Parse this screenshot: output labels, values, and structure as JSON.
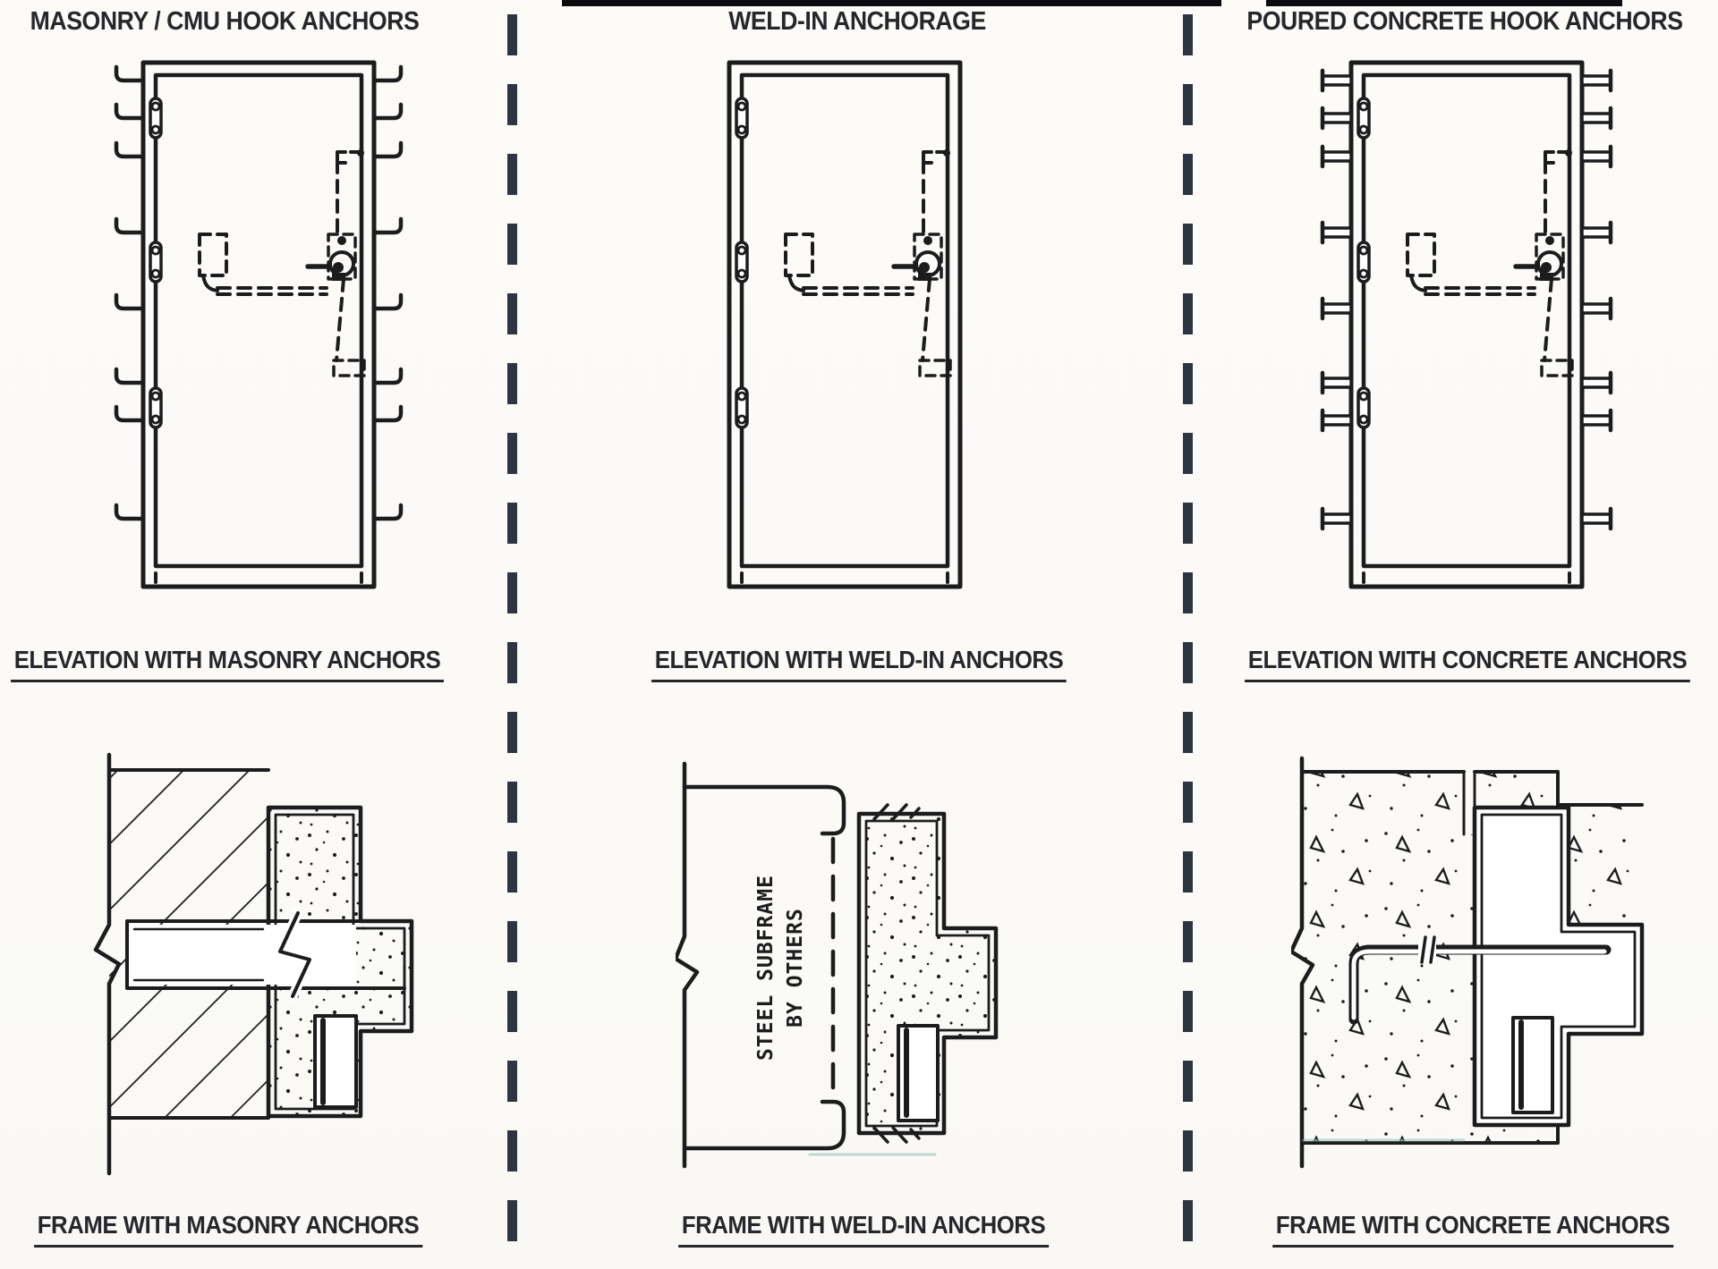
{
  "sheet": {
    "columns": [
      {
        "title": "MASONRY / CMU HOOK ANCHORS",
        "elevation_label": "ELEVATION WITH MASONRY ANCHORS",
        "frame_label": "FRAME WITH MASONRY ANCHORS"
      },
      {
        "title": "WELD-IN ANCHORAGE",
        "elevation_label": "ELEVATION WITH WELD-IN ANCHORS",
        "frame_label": "FRAME WITH WELD-IN ANCHORS",
        "subframe_note": {
          "line1": "STEEL SUBFRAME",
          "line2": "BY OTHERS"
        }
      },
      {
        "title": "POURED CONCRETE HOOK ANCHORS",
        "elevation_label": "ELEVATION WITH CONCRETE ANCHORS",
        "frame_label": "FRAME WITH CONCRETE ANCHORS"
      }
    ],
    "colors": {
      "ink": "#1c1c1e",
      "divider": "#2e3542",
      "paper": "#fcfbf8",
      "scan_bar": "#0c0c10"
    }
  }
}
